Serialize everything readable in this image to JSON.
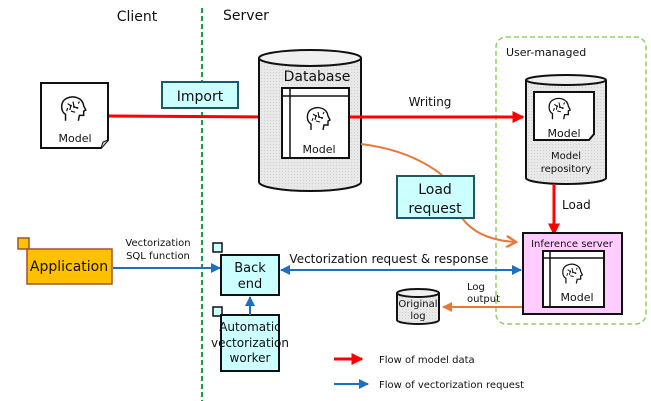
{
  "zones": {
    "client": "Client",
    "server": "Server",
    "user_managed": "User-managed"
  },
  "nodes": {
    "client_model": "Model",
    "import": "Import",
    "database": "Database",
    "database_model": "Model",
    "writing": "Writing",
    "repo_model": "Model",
    "repo_label_1": "Model",
    "repo_label_2": "repository",
    "load": "Load",
    "load_request_1": "Load",
    "load_request_2": "request",
    "application": "Application",
    "sql_func_1": "Vectorization",
    "sql_func_2": "SQL function",
    "backend_1": "Back",
    "backend_2": "end",
    "vec_req": "Vectorization request & response",
    "inference": "Inference server",
    "inference_model": "Model",
    "log_output_1": "Log",
    "log_output_2": "output",
    "orig_log_1": "Original",
    "orig_log_2": "log",
    "worker_1": "Automatic",
    "worker_2": "vectorization",
    "worker_3": "worker"
  },
  "legend": {
    "model_flow": "Flow of model data",
    "vector_flow": "Flow of vectorization request"
  },
  "colors": {
    "model_flow": "#ff0000",
    "vector_flow": "#1f6fbf",
    "load_flow": "#e8783a",
    "divider": "#1a9a4a",
    "user_zone": "#8fd060",
    "cyan_box": "#ccffff",
    "app_box": "#ffc000",
    "inference_box": "#ffccff"
  }
}
